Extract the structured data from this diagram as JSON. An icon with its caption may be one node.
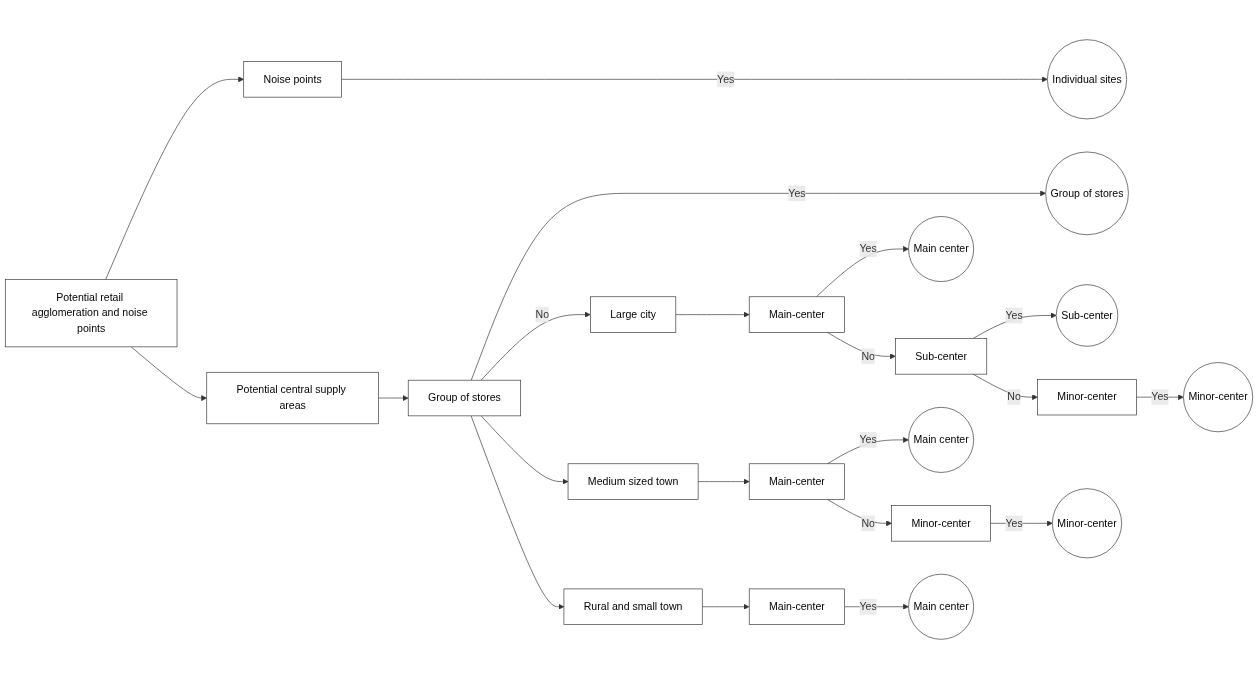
{
  "diagram": {
    "nodes": [
      {
        "text": [
          "Potential retail agglomeration and noise points"
        ]
      },
      {
        "text": [
          "Noise points"
        ]
      },
      {
        "text": [
          "Potential central supply areas"
        ]
      },
      {
        "text": [
          "Group of stores"
        ]
      },
      {
        "text": [
          "Individual sites"
        ]
      },
      {
        "text": [
          "Group of stores"
        ]
      },
      {
        "text": [
          "Large city"
        ]
      },
      {
        "text": [
          "Main-center"
        ]
      },
      {
        "text": [
          "Sub-center"
        ]
      },
      {
        "text": [
          "Minor-center"
        ]
      },
      {
        "text": [
          "Main center"
        ]
      },
      {
        "text": [
          "Sub-center"
        ]
      },
      {
        "text": [
          "Minor-center"
        ]
      },
      {
        "text": [
          "Medium sized town"
        ]
      },
      {
        "text": [
          "Main-center"
        ]
      },
      {
        "text": [
          "Minor-center"
        ]
      },
      {
        "text": [
          "Main center"
        ]
      },
      {
        "text": [
          "Minor-center"
        ]
      },
      {
        "text": [
          "Rural and small town"
        ]
      },
      {
        "text": [
          "Main-center"
        ]
      },
      {
        "text": [
          "Main center"
        ]
      }
    ],
    "edges": [
      {
        "from": 0,
        "to": 1,
        "arrow": "to"
      },
      {
        "from": 0,
        "to": 2,
        "arrow": "to"
      },
      {
        "from": 1,
        "to": 4,
        "arrow": "to",
        "label": "Yes"
      },
      {
        "from": 2,
        "to": 3,
        "arrow": "to"
      },
      {
        "from": 3,
        "to": 5,
        "arrow": "to",
        "label": "Yes"
      },
      {
        "from": 3,
        "to": 6,
        "arrow": "to",
        "label": "No"
      },
      {
        "from": 3,
        "to": 13,
        "arrow": "to"
      },
      {
        "from": 3,
        "to": 18,
        "arrow": "to"
      },
      {
        "from": 6,
        "to": 7,
        "arrow": "to"
      },
      {
        "from": 7,
        "to": 10,
        "arrow": "to",
        "label": "Yes"
      },
      {
        "from": 7,
        "to": 8,
        "arrow": "to",
        "label": "No"
      },
      {
        "from": 8,
        "to": 11,
        "arrow": "to",
        "label": "Yes"
      },
      {
        "from": 8,
        "to": 9,
        "arrow": "to",
        "label": "No"
      },
      {
        "from": 9,
        "to": 12,
        "arrow": "to",
        "label": "Yes"
      },
      {
        "from": 13,
        "to": 14,
        "arrow": "to"
      },
      {
        "from": 14,
        "to": 16,
        "arrow": "to",
        "label": "Yes"
      },
      {
        "from": 14,
        "to": 15,
        "arrow": "to",
        "label": "No"
      },
      {
        "from": 15,
        "to": 17,
        "arrow": "to",
        "label": "Yes"
      },
      {
        "from": 18,
        "to": 19,
        "arrow": "to"
      },
      {
        "from": 19,
        "to": 20,
        "arrow": "to",
        "label": "Yes"
      }
    ]
  }
}
